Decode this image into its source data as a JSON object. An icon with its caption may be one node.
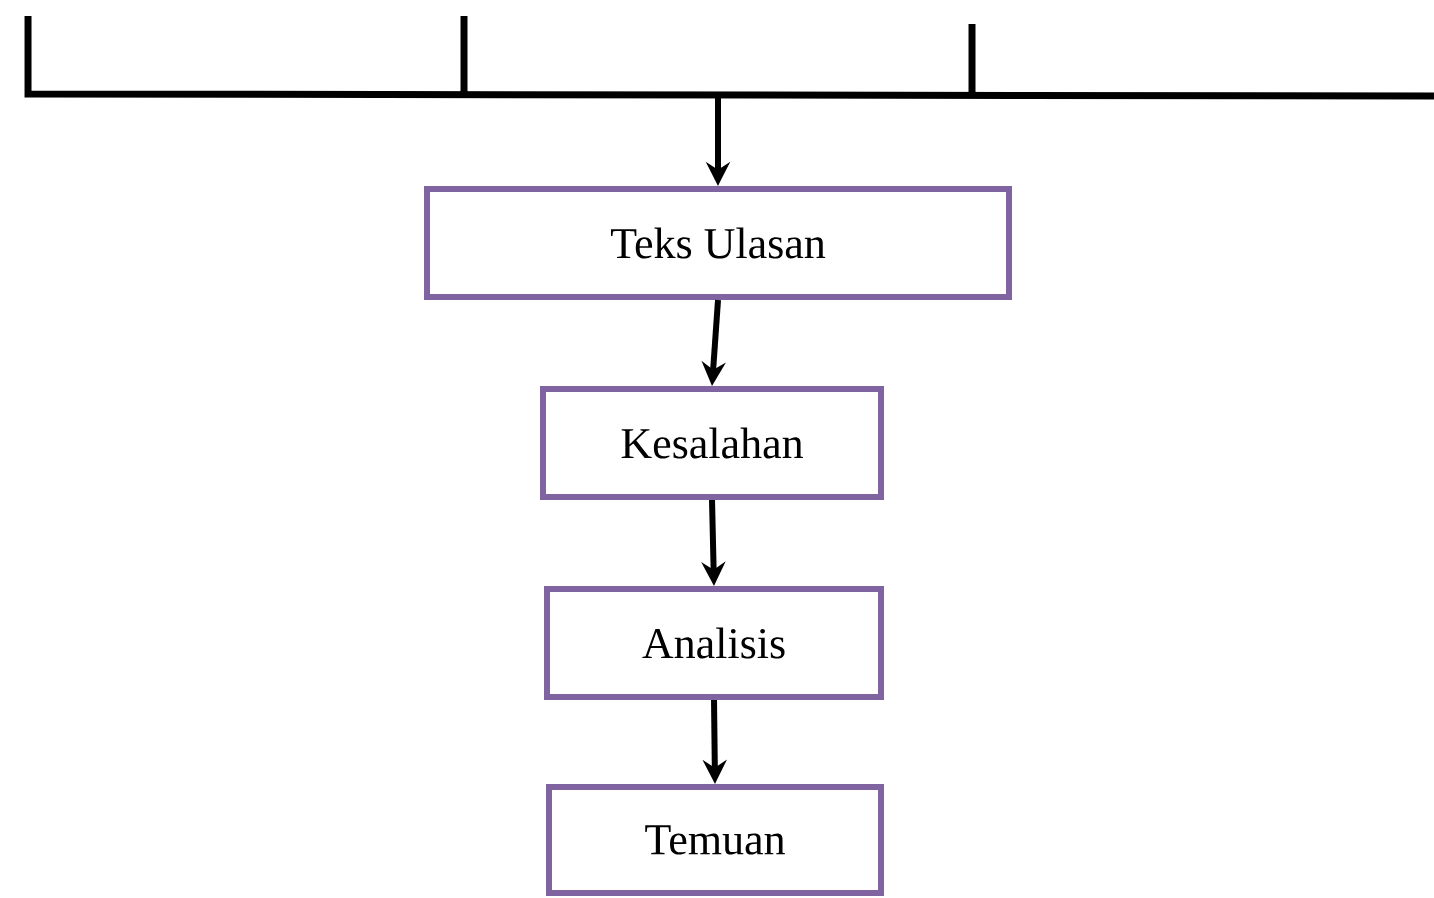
{
  "diagram": {
    "nodes": [
      {
        "text": [
          "Teks Ulasan"
        ]
      },
      {
        "text": [
          "Kesalahan"
        ]
      },
      {
        "text": [
          "Analisis"
        ]
      },
      {
        "text": [
          "Temuan"
        ]
      }
    ],
    "edges": [
      {
        "from": null,
        "to": 0,
        "arrow": "to"
      },
      {
        "from": 0,
        "to": 1,
        "arrow": "to"
      },
      {
        "from": 1,
        "to": 2,
        "arrow": "to"
      },
      {
        "from": 2,
        "to": 3,
        "arrow": "to"
      }
    ]
  }
}
